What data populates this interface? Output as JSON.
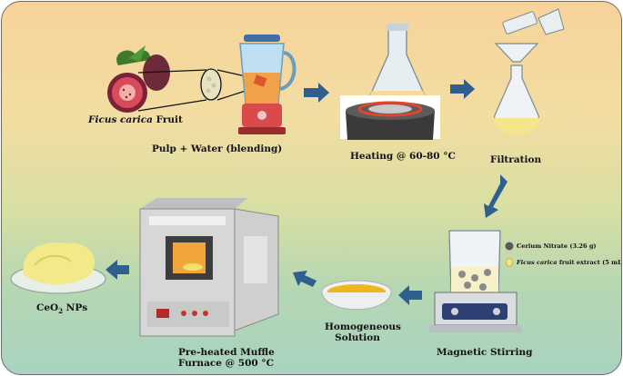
{
  "steps": {
    "fruit": {
      "italic": "Ficus carica",
      "text": " Fruit"
    },
    "blending": "Pulp + Water (blending)",
    "heating": "Heating @ 60-80 °C",
    "filtration": "Filtration",
    "stirring": "Magnetic Stirring",
    "homogeneous_line1": "Homogeneous",
    "homogeneous_line2": "Solution",
    "furnace_line1": "Pre-heated Muffle",
    "furnace_line2": "Furnace @ 500 °C",
    "product_main": "CeO",
    "product_sub": "2",
    "product_tail": " NPs"
  },
  "legend": {
    "cerium": "Cerium Nitrate (3.26 g)",
    "extract_italic": "Ficus carica",
    "extract_text": " fruit extract (5 mL)"
  },
  "colors": {
    "arrow": "#2f5f8c",
    "fig_skin": "#7a2238",
    "fig_flesh": "#d94a5a",
    "extract": "#f6e58a",
    "furnace_body": "#d7d7d7",
    "hotplate": "#3a3a3a"
  }
}
